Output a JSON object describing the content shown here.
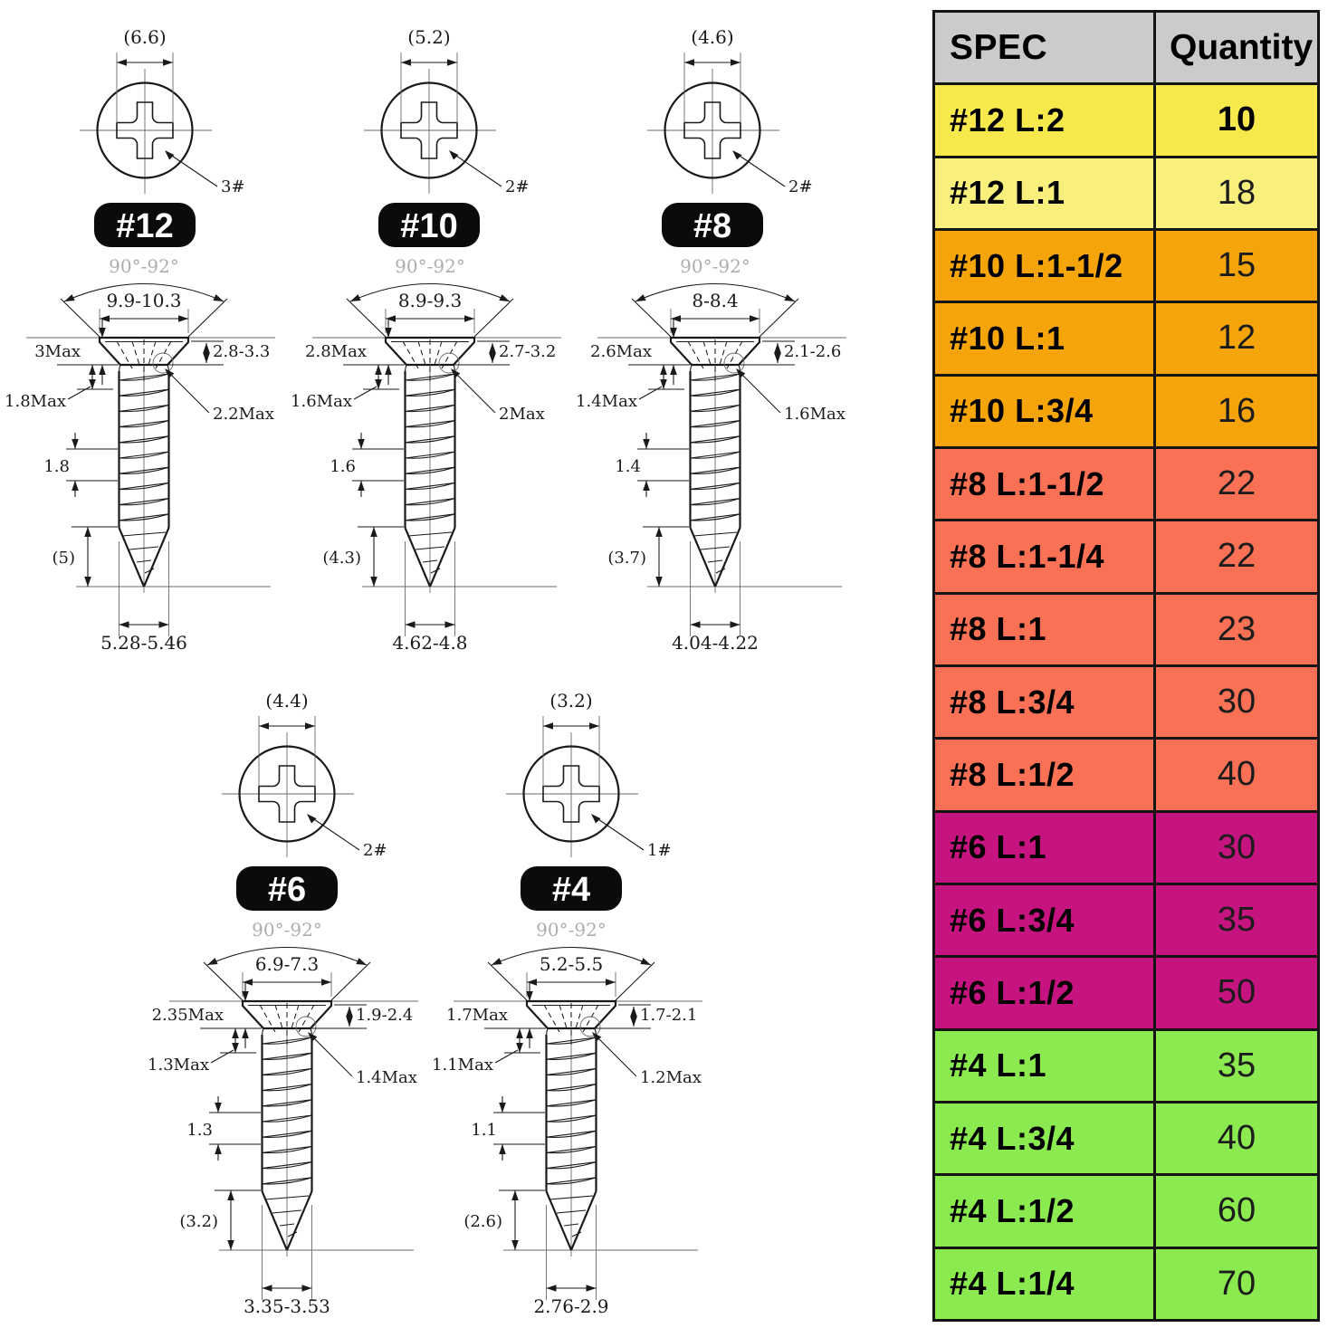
{
  "diagram": {
    "badge_bg": "#0b0b0b",
    "screws": [
      {
        "id": "12",
        "badge": "#12",
        "top_dia": "(6.6)",
        "bit": "3#",
        "angle": "90°-92°",
        "head_w": "9.9-10.3",
        "head_h": "3Max",
        "cone_h": "2.8-3.3",
        "neck": "1.8Max",
        "fillet": "2.2Max",
        "pitch": "1.8",
        "tip": "(5)",
        "major_dia": "5.28-5.46"
      },
      {
        "id": "10",
        "badge": "#10",
        "top_dia": "(5.2)",
        "bit": "2#",
        "angle": "90°-92°",
        "head_w": "8.9-9.3",
        "head_h": "2.8Max",
        "cone_h": "2.7-3.2",
        "neck": "1.6Max",
        "fillet": "2Max",
        "pitch": "1.6",
        "tip": "(4.3)",
        "major_dia": "4.62-4.8"
      },
      {
        "id": "8",
        "badge": "#8",
        "top_dia": "(4.6)",
        "bit": "2#",
        "angle": "90°-92°",
        "head_w": "8-8.4",
        "head_h": "2.6Max",
        "cone_h": "2.1-2.6",
        "neck": "1.4Max",
        "fillet": "1.6Max",
        "pitch": "1.4",
        "tip": "(3.7)",
        "major_dia": "4.04-4.22"
      },
      {
        "id": "6",
        "badge": "#6",
        "top_dia": "(4.4)",
        "bit": "2#",
        "angle": "90°-92°",
        "head_w": "6.9-7.3",
        "head_h": "2.35Max",
        "cone_h": "1.9-2.4",
        "neck": "1.3Max",
        "fillet": "1.4Max",
        "pitch": "1.3",
        "tip": "(3.2)",
        "major_dia": "3.35-3.53"
      },
      {
        "id": "4",
        "badge": "#4",
        "top_dia": "(3.2)",
        "bit": "1#",
        "angle": "90°-92°",
        "head_w": "5.2-5.5",
        "head_h": "1.7Max",
        "cone_h": "1.7-2.1",
        "neck": "1.1Max",
        "fillet": "1.2Max",
        "pitch": "1.1",
        "tip": "(2.6)",
        "major_dia": "2.76-2.9"
      }
    ]
  },
  "table": {
    "headers": {
      "spec": "SPEC",
      "qty": "Quantity"
    },
    "header_bg": "#cbcbcb",
    "border_color": "#141414",
    "rows": [
      {
        "spec": "#12 L:2",
        "qty": "10",
        "color": "#f7e94c",
        "qty_bold": true
      },
      {
        "spec": "#12 L:1",
        "qty": "18",
        "color": "#f8ef7d"
      },
      {
        "spec": "#10 L:1-1/2",
        "qty": "15",
        "color": "#f5a50a"
      },
      {
        "spec": "#10 L:1",
        "qty": "12",
        "color": "#f5a50a"
      },
      {
        "spec": "#10 L:3/4",
        "qty": "16",
        "color": "#f5a50a"
      },
      {
        "spec": "#8 L:1-1/2",
        "qty": "22",
        "color": "#fa7156"
      },
      {
        "spec": "#8 L:1-1/4",
        "qty": "22",
        "color": "#fa7156"
      },
      {
        "spec": "#8 L:1",
        "qty": "23",
        "color": "#fa7156"
      },
      {
        "spec": "#8 L:3/4",
        "qty": "30",
        "color": "#fa7156"
      },
      {
        "spec": "#8 L:1/2",
        "qty": "40",
        "color": "#fa7156"
      },
      {
        "spec": "#6 L:1",
        "qty": "30",
        "color": "#c5137f"
      },
      {
        "spec": "#6 L:3/4",
        "qty": "35",
        "color": "#c5137f"
      },
      {
        "spec": "#6 L:1/2",
        "qty": "50",
        "color": "#c5137f"
      },
      {
        "spec": "#4 L:1",
        "qty": "35",
        "color": "#8bea4f"
      },
      {
        "spec": "#4 L:3/4",
        "qty": "40",
        "color": "#8bea4f"
      },
      {
        "spec": "#4 L:1/2",
        "qty": "60",
        "color": "#8bea4f"
      },
      {
        "spec": "#4 L:1/4",
        "qty": "70",
        "color": "#8bea4f"
      }
    ]
  }
}
